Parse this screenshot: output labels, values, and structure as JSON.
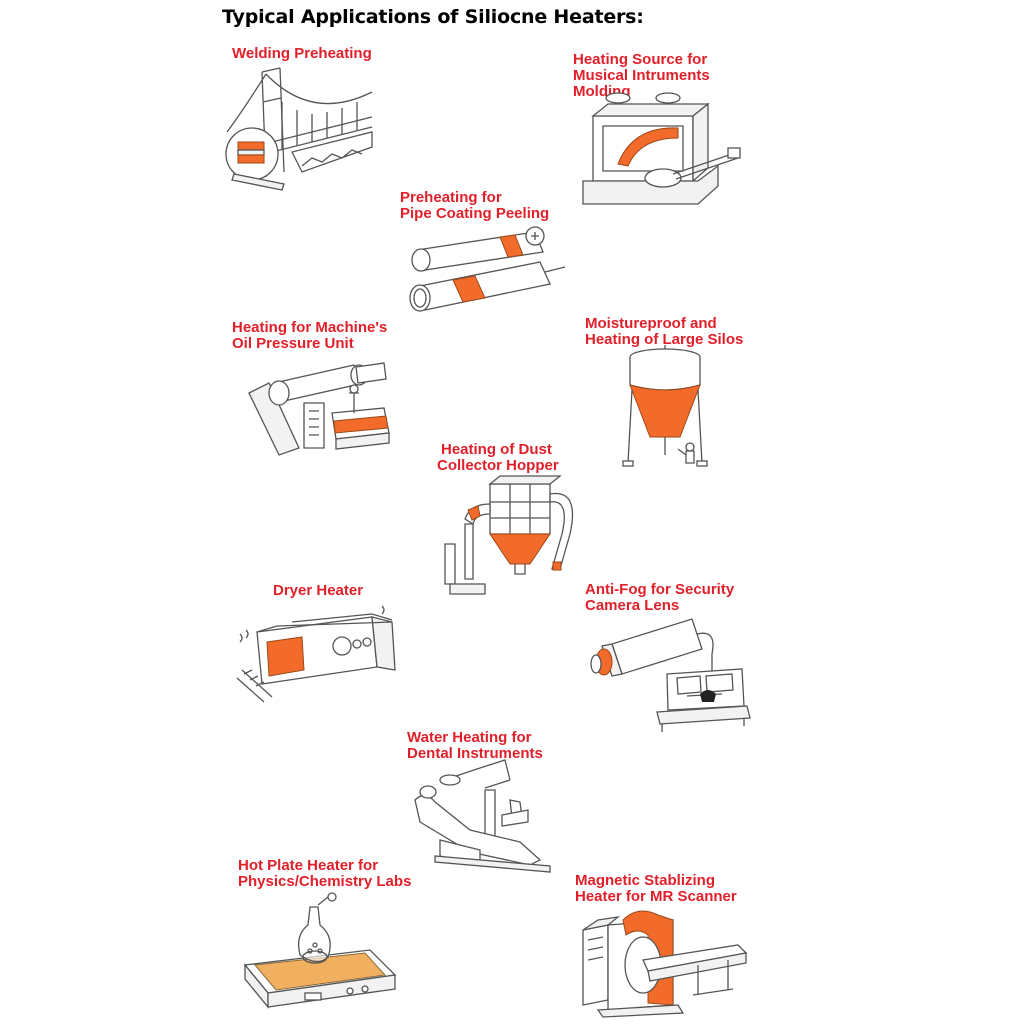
{
  "title": "Typical Applications of Siliocne Heaters:",
  "colors": {
    "label": "#e1202a",
    "heater": "#f26b2a",
    "hotplate": "#f0b060",
    "title": "#000000"
  },
  "applications": [
    {
      "id": "welding",
      "lines": [
        "Welding Preheating"
      ],
      "icon": "suspension-bridge-icon"
    },
    {
      "id": "musical",
      "lines": [
        "Heating Source for",
        "Musical Intruments",
        "Molding"
      ],
      "icon": "guitar-mold-press-icon"
    },
    {
      "id": "pipe",
      "lines": [
        "Preheating for",
        "Pipe Coating Peeling"
      ],
      "icon": "pipeline-icon"
    },
    {
      "id": "oil",
      "lines": [
        "Heating for Machine's",
        "Oil Pressure Unit"
      ],
      "icon": "oil-pressure-unit-icon"
    },
    {
      "id": "silo",
      "lines": [
        "Moistureproof and",
        "Heating of Large Silos"
      ],
      "icon": "silo-icon"
    },
    {
      "id": "dust",
      "lines": [
        "Heating of Dust",
        "Collector Hopper"
      ],
      "icon": "dust-collector-icon"
    },
    {
      "id": "dryer",
      "lines": [
        "Dryer Heater"
      ],
      "icon": "dryer-tunnel-icon"
    },
    {
      "id": "camera",
      "lines": [
        "Anti-Fog for Security",
        "Camera Lens"
      ],
      "icon": "security-camera-icon"
    },
    {
      "id": "dental",
      "lines": [
        "Water Heating for",
        "Dental Instruments"
      ],
      "icon": "dental-chair-icon"
    },
    {
      "id": "hotplate",
      "lines": [
        "Hot Plate Heater for",
        "Physics/Chemistry Labs"
      ],
      "icon": "lab-hot-plate-icon"
    },
    {
      "id": "mri",
      "lines": [
        "Magnetic Stablizing",
        "Heater for MR Scanner"
      ],
      "icon": "mr-scanner-icon"
    }
  ]
}
